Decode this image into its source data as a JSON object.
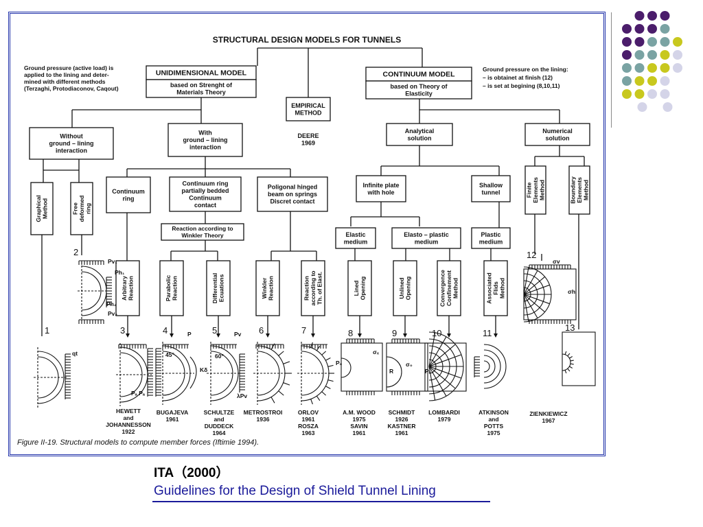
{
  "slide": {
    "citation_line1": "ITA（2000）",
    "citation_line2": "Guidelines for the Design of Shield Tunnel Lining"
  },
  "diagram": {
    "title": "STRUCTURAL DESIGN MODELS FOR TUNNELS",
    "caption": "Figure II-19. Structural models to compute member forces (Iftimie 1994).",
    "note_left": [
      "Ground pressure (active load) is",
      "applied to the lining and deter-",
      "mined with different methods",
      "(Terzaghi, Protodiaconov, Caqout)"
    ],
    "note_right": [
      "Ground pressure on the lining:",
      "– is obtainet at finish (12)",
      "– is set at begining (8,10,11)"
    ],
    "uni_model": "UNIDIMENSIONAL MODEL",
    "uni_basis": [
      "based on Strenght of",
      "Materials Theory"
    ],
    "cont_model": "CONTINUUM MODEL",
    "cont_basis": [
      "based on Theory of",
      "Elasticity"
    ],
    "empirical": [
      "EMPIRICAL",
      "METHOD"
    ],
    "empirical_ref": [
      "DEERE",
      "1969"
    ],
    "without": [
      "Without",
      "ground – lining",
      "interaction"
    ],
    "with": [
      "With",
      "ground – lining",
      "interaction"
    ],
    "analytical": [
      "Analytical",
      "solution"
    ],
    "numerical": [
      "Numerical",
      "solution"
    ],
    "graphical": [
      "Graphical",
      "Method"
    ],
    "free_ring": [
      "Free",
      "deformed",
      "ring"
    ],
    "continuum_ring": [
      "Continuum",
      "ring"
    ],
    "partially_bedded": [
      "Continuum ring",
      "partially bedded",
      "Continuum",
      "contact"
    ],
    "poligonal": [
      "Poligonal hinged",
      "beam on springs",
      "Discret contact"
    ],
    "winkler_reaction": [
      "Reaction according to",
      "Winkler Theory"
    ],
    "infinite_plate": [
      "Infinite plate",
      "with hole"
    ],
    "shallow": [
      "Shallow",
      "tunnel"
    ],
    "finite_el": [
      "Finite",
      "Elements",
      "Method"
    ],
    "boundary_el": [
      "Boundary",
      "Elements",
      "Method"
    ],
    "elastic": [
      "Elastic",
      "medium"
    ],
    "elasto_plastic": [
      "Elasto – plastic",
      "medium"
    ],
    "plastic": [
      "Plastic",
      "medium"
    ],
    "methods": [
      [
        "Arbitrary",
        "Reaction"
      ],
      [
        "Parabolic",
        "Reaction"
      ],
      [
        "Differential",
        "Ecuations"
      ],
      [
        "Winkler",
        "Reaction"
      ],
      [
        "Reaction",
        "according to",
        "Th. of Elast."
      ],
      [
        "Lined",
        "Opening"
      ],
      [
        "Unlined",
        "Opening"
      ],
      [
        "Convergence",
        "Confinement",
        "Method"
      ],
      [
        "Associated",
        "Flids",
        "Method"
      ]
    ],
    "case_numbers": [
      "1",
      "2",
      "3",
      "4",
      "5",
      "6",
      "7",
      "8",
      "9",
      "10",
      "11",
      "12",
      "13"
    ],
    "refs": [
      [
        "HEWETT",
        "and",
        "JOHANNESSON",
        "1922"
      ],
      [
        "BUGAJEVA",
        "1961"
      ],
      [
        "SCHULTZE",
        "and",
        "DUDDECK",
        "1964"
      ],
      [
        "METROSTROI",
        "1936"
      ],
      [
        "ORLOV",
        "1961",
        "ROSZA",
        "1963"
      ],
      [
        "A.M. WOOD",
        "1975",
        "SAVIN",
        "1961"
      ],
      [
        "SCHMIDT",
        "1926",
        "KASTNER",
        "1961"
      ],
      [
        "LOMBARDI",
        "1979"
      ],
      [
        "ATKINSON",
        "and",
        "POTTS",
        "1975"
      ],
      [
        "ZIENKIEWICZ",
        "1967"
      ]
    ],
    "load_labels": [
      "Pv₁",
      "Ph₁",
      "Ph₂",
      "Pv₂",
      "P",
      "Pv",
      "Kδ",
      "λPv",
      "σv",
      "σh",
      "qt",
      "Pₐ Pₐ",
      "P₀",
      "σₓ",
      "σ₀",
      "R",
      "Pᵢ",
      "45°",
      "60°"
    ]
  },
  "colors": {
    "frame": "#2233aa",
    "ink": "#111111",
    "citation_blue": "#1a1a9a",
    "dot_purple": "#4b1d6b",
    "dot_teal": "#7aa3a3",
    "dot_yellow": "#c8c81e",
    "dot_lavender": "#d4d4e8"
  }
}
